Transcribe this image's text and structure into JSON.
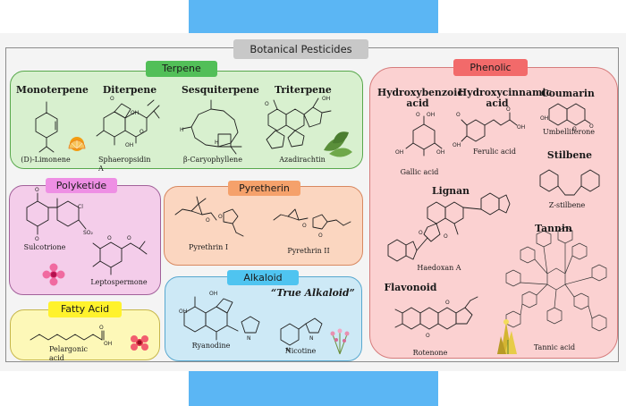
{
  "title": "Botanical Pesticides",
  "colors": {
    "top_bar": "#5bb6f4",
    "terpene_panel": "#d8f0cf",
    "terpene_badge": "#52bf58",
    "polyketide_panel": "#f4cdea",
    "polyketide_badge": "#ee8fe4",
    "pyrethrin_panel": "#fbd6c0",
    "pyrethrin_badge": "#f5a16b",
    "alkaloid_panel": "#cde9f6",
    "alkaloid_badge": "#4fc4f0",
    "fatty_acid_panel": "#fdf8b8",
    "fatty_acid_badge": "#fff22c",
    "phenolic_panel": "#fbd1d1",
    "phenolic_badge": "#f26a6a"
  },
  "terpene": {
    "badge": "Terpene",
    "classes": [
      {
        "heading": "Monoterpene",
        "compound": "(D)-Limonene",
        "icon": "orange-slice-icon"
      },
      {
        "heading": "Diterpene",
        "compound": "Sphaeropsidin A"
      },
      {
        "heading": "Sesquiterpene",
        "compound": "β-Caryophyllene"
      },
      {
        "heading": "Triterpene",
        "compound": "Azadirachtin",
        "icon": "neem-leaf-icon"
      }
    ]
  },
  "polyketide": {
    "badge": "Polyketide",
    "compounds": [
      "Sulcotrione",
      "Leptospermone"
    ],
    "icon": "pink-flower-icon"
  },
  "pyrethrin": {
    "badge": "Pyretherin",
    "compounds": [
      "Pyrethrin I",
      "Pyrethrin II"
    ]
  },
  "alkaloid": {
    "badge": "Alkaloid",
    "subheading": "“True Alkaloid”",
    "compounds": [
      "Ryanodine",
      "Nicotine"
    ],
    "icon": "tobacco-flower-icon"
  },
  "fatty_acid": {
    "badge": "Fatty Acid",
    "compound": "Pelargonic acid",
    "icon": "red-flower-icon"
  },
  "phenolic": {
    "badge": "Phenolic",
    "groups": [
      {
        "heading": "Hydroxybenzoic acid",
        "compound": "Gallic acid"
      },
      {
        "heading": "Hydroxycinnamic acid",
        "compound": "Ferulic acid"
      },
      {
        "heading": "Coumarin",
        "compound": "Umbelliferone"
      },
      {
        "heading": "Stilbene",
        "compound": "Z-stilbene"
      },
      {
        "heading": "Lignan",
        "compound": "Haedoxan A"
      },
      {
        "heading": "Tannin",
        "compound": "Tannic acid"
      },
      {
        "heading": "Flavonoid",
        "compound": "Rotenone"
      }
    ],
    "icon": "yellow-plant-icon"
  },
  "atoms": {
    "o": "O",
    "oh": "OH",
    "cl": "Cl",
    "so2": "SO₂",
    "n": "N",
    "h": "H"
  }
}
